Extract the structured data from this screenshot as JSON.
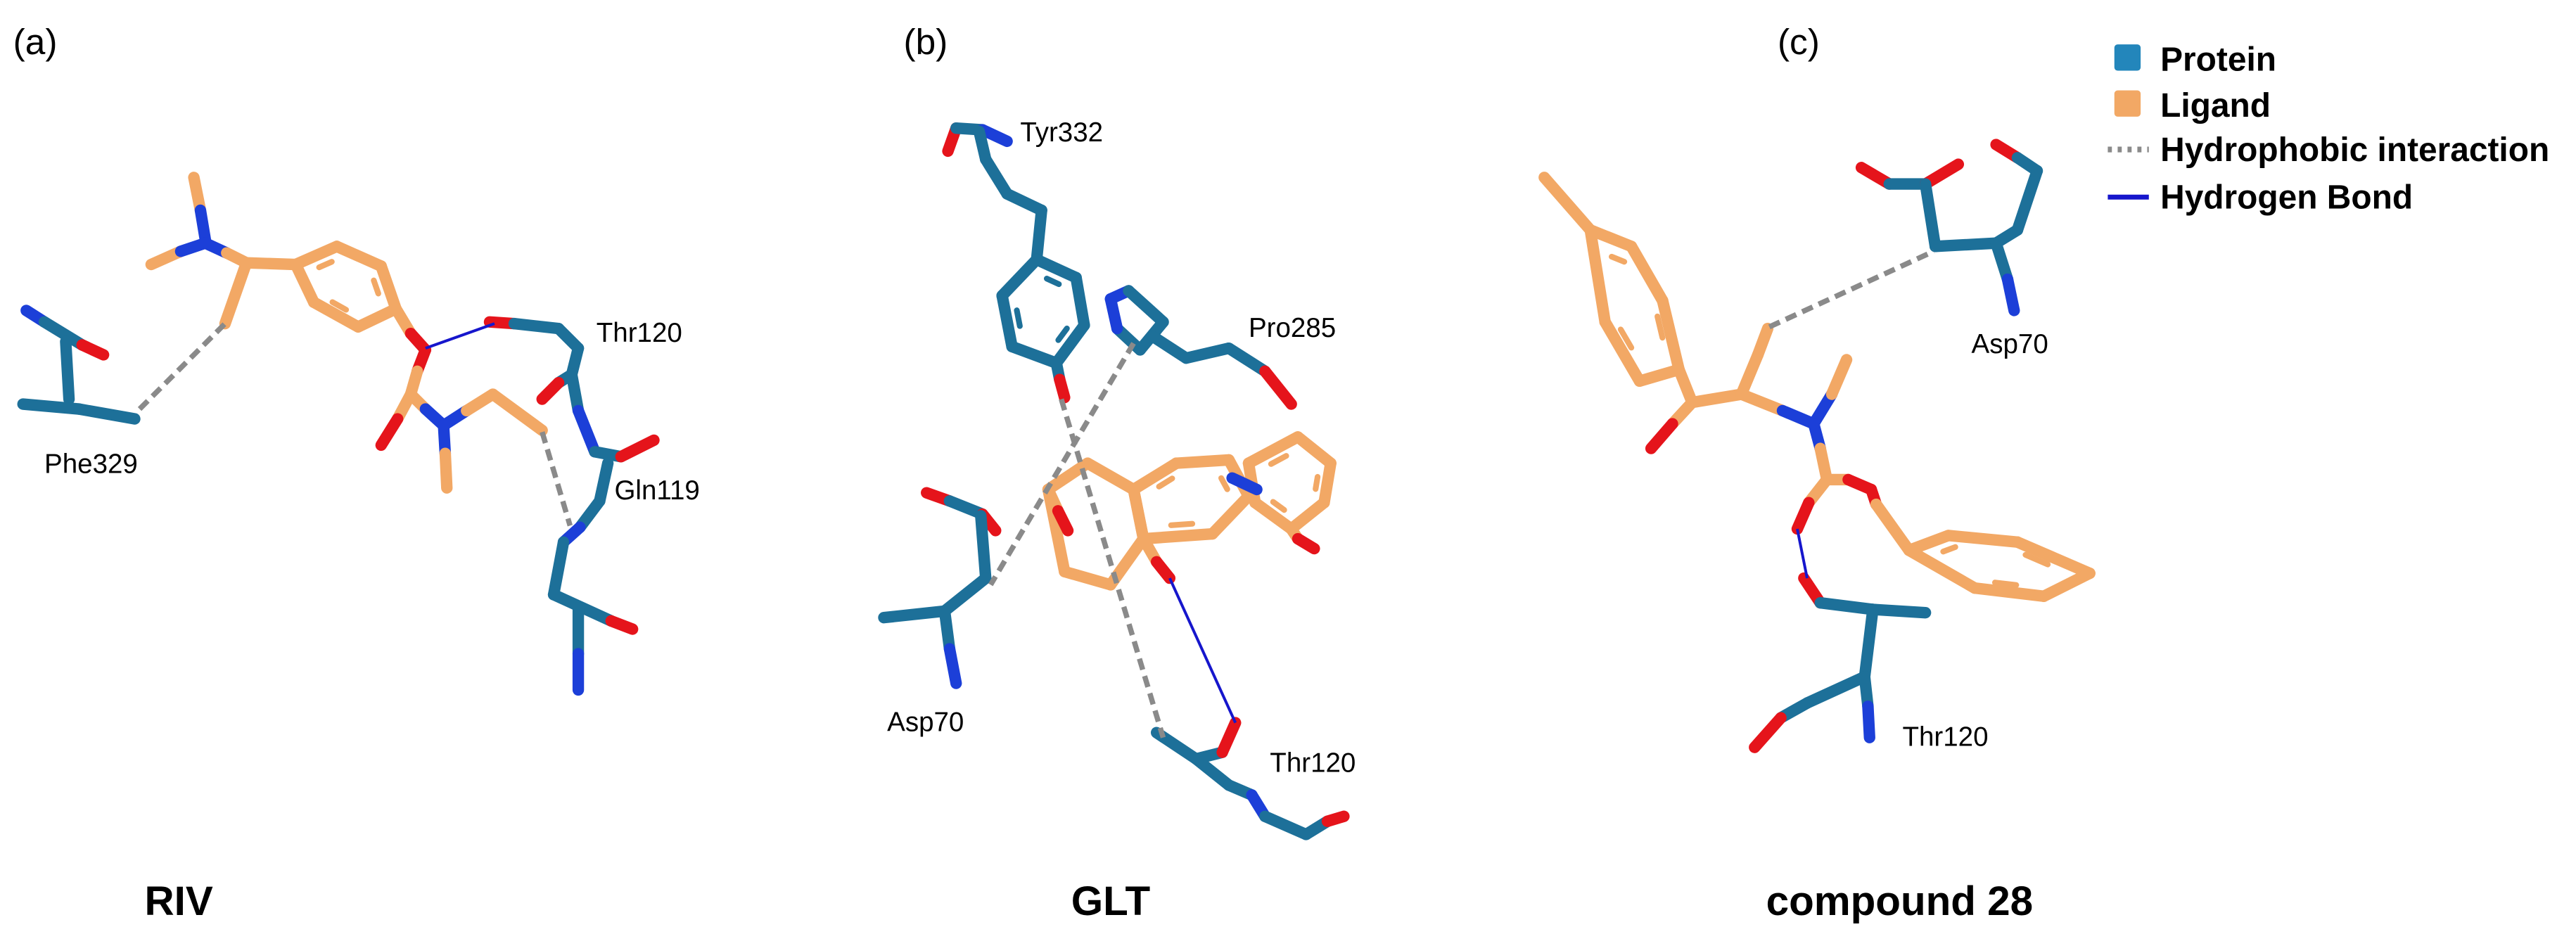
{
  "panels": [
    {
      "label": "(a)",
      "caption": "RIV",
      "residues": [
        "Phe329",
        "Thr120",
        "Gln119"
      ]
    },
    {
      "label": "(b)",
      "caption": "GLT",
      "residues": [
        "Tyr332",
        "Pro285",
        "Asp70",
        "Thr120"
      ]
    },
    {
      "label": "(c)",
      "caption": "compound 28",
      "residues": [
        "Asp70",
        "Thr120"
      ]
    }
  ],
  "legend": {
    "items": [
      {
        "label": "Protein"
      },
      {
        "label": "Ligand"
      },
      {
        "label": "Hydrophobic interaction"
      },
      {
        "label": "Hydrogen Bond"
      }
    ]
  },
  "colors": {
    "protein": "#1d7099",
    "protein_legend": "#2386bb",
    "ligand": "#f2a865",
    "oxygen": "#e5141b",
    "nitrogen": "#1c3fd8",
    "hydrophobic": "#8a8a8a",
    "hydrogen_bond": "#1616cc"
  }
}
